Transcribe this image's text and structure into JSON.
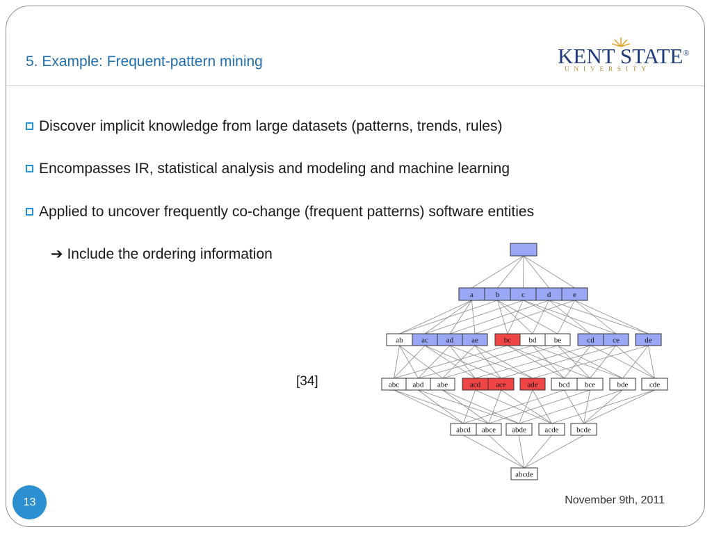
{
  "slide": {
    "title": "5. Example: Frequent-pattern mining",
    "bullets": [
      "Discover implicit knowledge from large datasets (patterns, trends, rules)",
      "Encompasses IR, statistical analysis and modeling and machine learning",
      "Applied to uncover frequently co-change (frequent patterns) software entities"
    ],
    "sub_point": "Include the ordering information",
    "citation": "[34]",
    "page_number": "13",
    "date": "November 9th, 2011"
  },
  "logo": {
    "name": "KENT STATE",
    "registered": "®",
    "subtitle": "UNIVERSITY"
  },
  "colors": {
    "title": "#1f6fae",
    "accent": "#2b8fd0",
    "node_blue": "#9aa7f4",
    "node_red": "#f04545",
    "node_white": "#ffffff"
  },
  "lattice": {
    "levels": [
      [
        {
          "label": "",
          "state": "blue"
        }
      ],
      [
        {
          "label": "a",
          "state": "blue"
        },
        {
          "label": "b",
          "state": "blue"
        },
        {
          "label": "c",
          "state": "blue"
        },
        {
          "label": "d",
          "state": "blue"
        },
        {
          "label": "e",
          "state": "blue"
        }
      ],
      [
        {
          "label": "ab",
          "state": "white"
        },
        {
          "label": "ac",
          "state": "blue"
        },
        {
          "label": "ad",
          "state": "blue"
        },
        {
          "label": "ae",
          "state": "blue"
        },
        {
          "label": "bc",
          "state": "red"
        },
        {
          "label": "bd",
          "state": "white"
        },
        {
          "label": "be",
          "state": "white"
        },
        {
          "label": "cd",
          "state": "blue"
        },
        {
          "label": "ce",
          "state": "blue"
        },
        {
          "label": "de",
          "state": "blue"
        }
      ],
      [
        {
          "label": "abc",
          "state": "white"
        },
        {
          "label": "abd",
          "state": "white"
        },
        {
          "label": "abe",
          "state": "white"
        },
        {
          "label": "acd",
          "state": "red"
        },
        {
          "label": "ace",
          "state": "red"
        },
        {
          "label": "ade",
          "state": "red"
        },
        {
          "label": "bcd",
          "state": "white"
        },
        {
          "label": "bce",
          "state": "white"
        },
        {
          "label": "bde",
          "state": "white"
        },
        {
          "label": "cde",
          "state": "white"
        }
      ],
      [
        {
          "label": "abcd",
          "state": "white"
        },
        {
          "label": "abce",
          "state": "white"
        },
        {
          "label": "abde",
          "state": "white"
        },
        {
          "label": "acde",
          "state": "white"
        },
        {
          "label": "bcde",
          "state": "white"
        }
      ],
      [
        {
          "label": "abcde",
          "state": "white"
        }
      ]
    ]
  }
}
